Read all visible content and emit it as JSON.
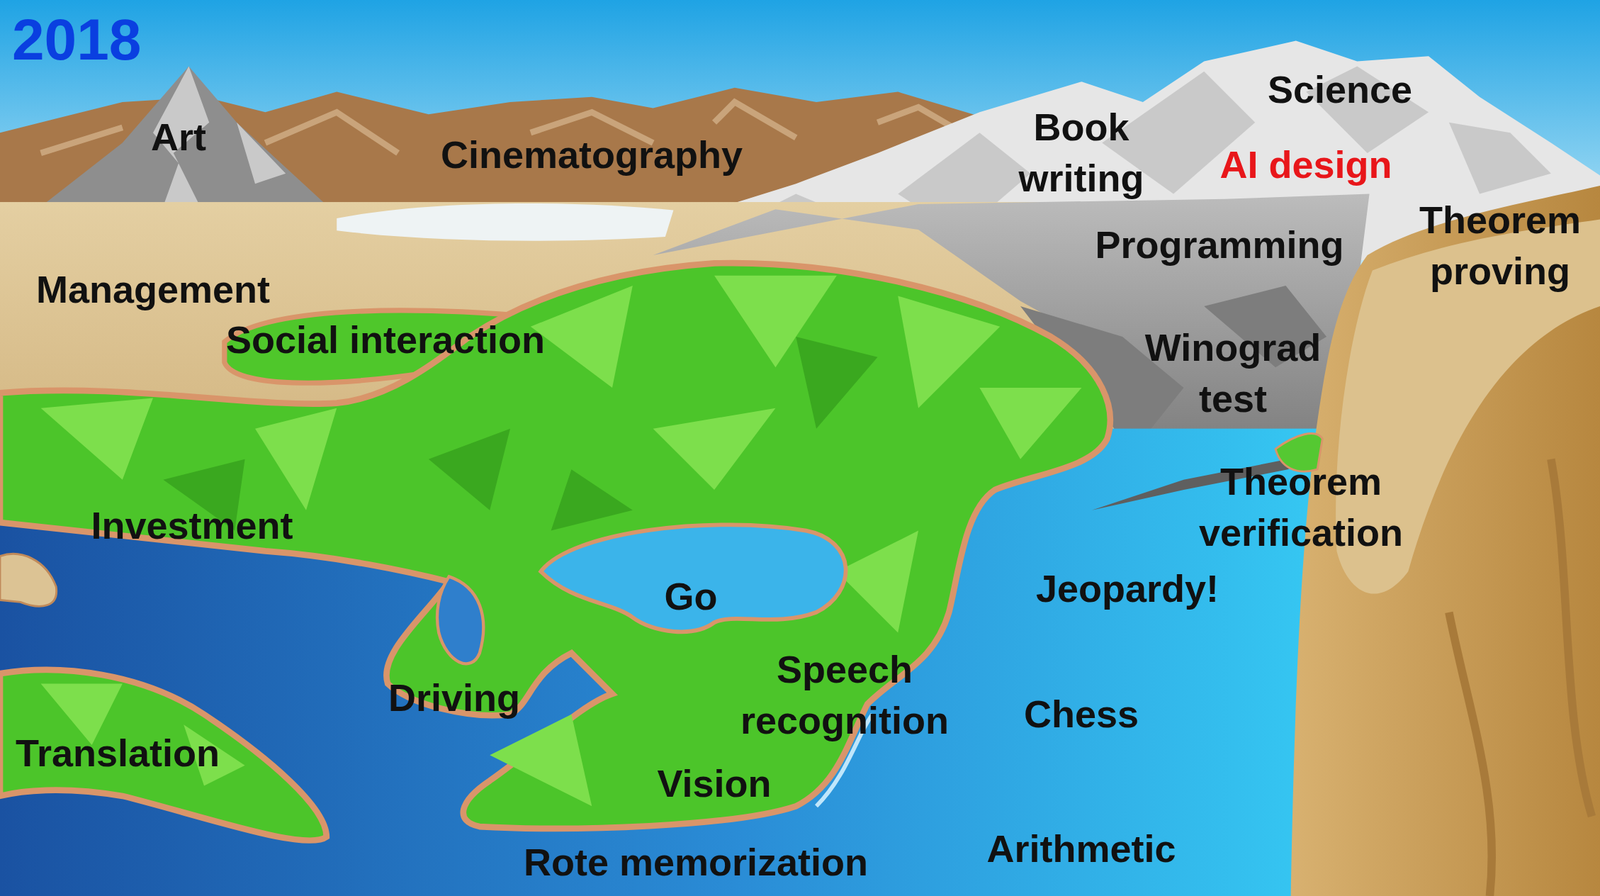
{
  "diagram": {
    "title": "2018",
    "labels": [
      "Art",
      "Cinematography",
      "Book writing",
      "Science",
      "AI design",
      "Programming",
      "Theorem proving",
      "Management",
      "Social interaction",
      "Winograd test",
      "Theorem verification",
      "Investment",
      "Jeopardy!",
      "Go",
      "Speech recognition",
      "Driving",
      "Chess",
      "Translation",
      "Vision",
      "Arithmetic",
      "Rote memorization"
    ]
  }
}
